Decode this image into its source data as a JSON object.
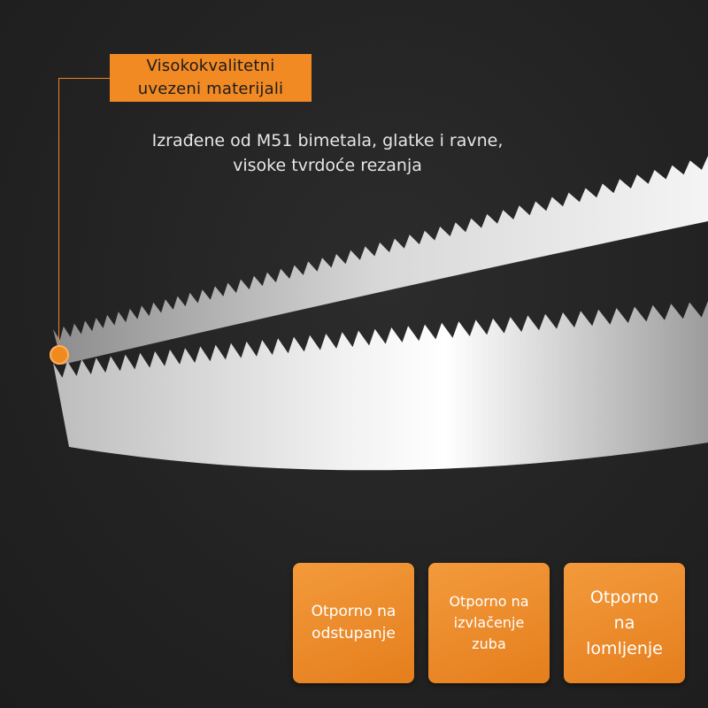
{
  "colors": {
    "background": "#232323",
    "accent": "#f28a24",
    "blade_highlight": "#ffffff",
    "blade_shadow": "#9a9a9a"
  },
  "image": {
    "subject": "bimetal bandsaw blade"
  },
  "callout": {
    "title_lines": [
      "Visokokvalitetni",
      "uvezeni materijali"
    ],
    "description_lines": [
      "Izrađene od M51 bimetala, glatke i ravne,",
      "visoke tvrdoće rezanja"
    ]
  },
  "features": [
    {
      "lines": [
        "Otporno na",
        "odstupanje"
      ]
    },
    {
      "lines": [
        "Otporno na",
        "izvlačenje",
        "zuba"
      ]
    },
    {
      "lines": [
        "Otporno",
        "na",
        "lomljenje"
      ]
    }
  ]
}
